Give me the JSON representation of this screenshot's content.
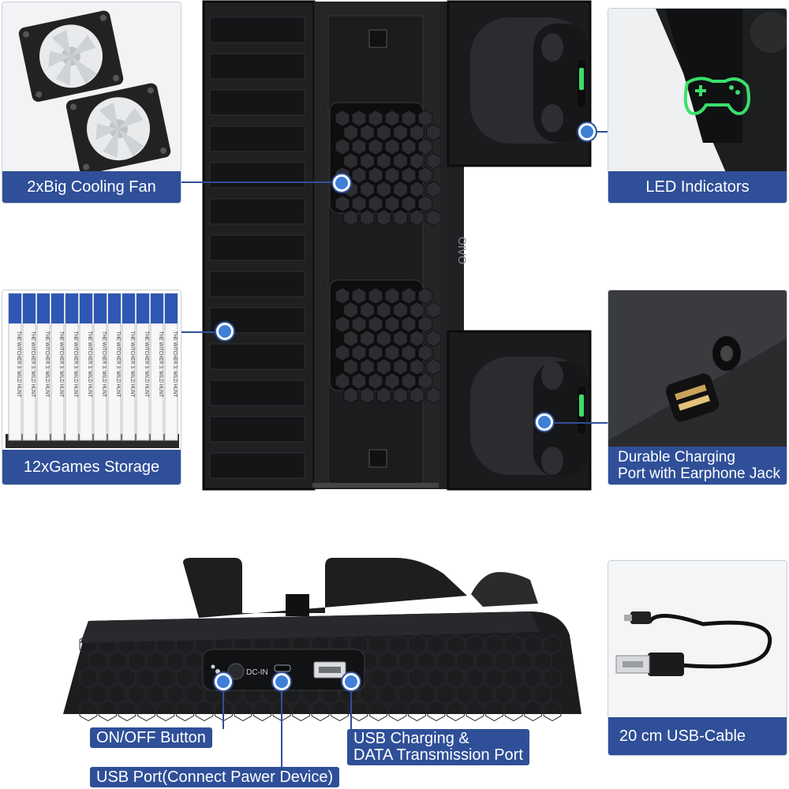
{
  "features": {
    "cooling_fan": "2xBig Cooling Fan",
    "led_indicators": "LED Indicators",
    "games_storage": "12xGames Storage",
    "charging_port": {
      "line1": "Durable Charging",
      "line2": "Port with Earphone Jack"
    },
    "cable": "20 cm USB-Cable"
  },
  "callouts": {
    "on_off": "ON/OFF Button",
    "usb_port": "USB Port(Connect Pawer Device)",
    "usb_charging": {
      "line1": "USB Charging &",
      "line2": "DATA Transmission Port"
    }
  },
  "product": {
    "brand": "OIVO",
    "port_label": "DC-IN",
    "game_spine_text": "THE WITCHER 3: WILD HUNT",
    "game_count": 12
  },
  "colors": {
    "accent": "#2f4f98",
    "dot": "#3f7fd6",
    "led": "#39e06a",
    "body": "#1c1d1f"
  }
}
